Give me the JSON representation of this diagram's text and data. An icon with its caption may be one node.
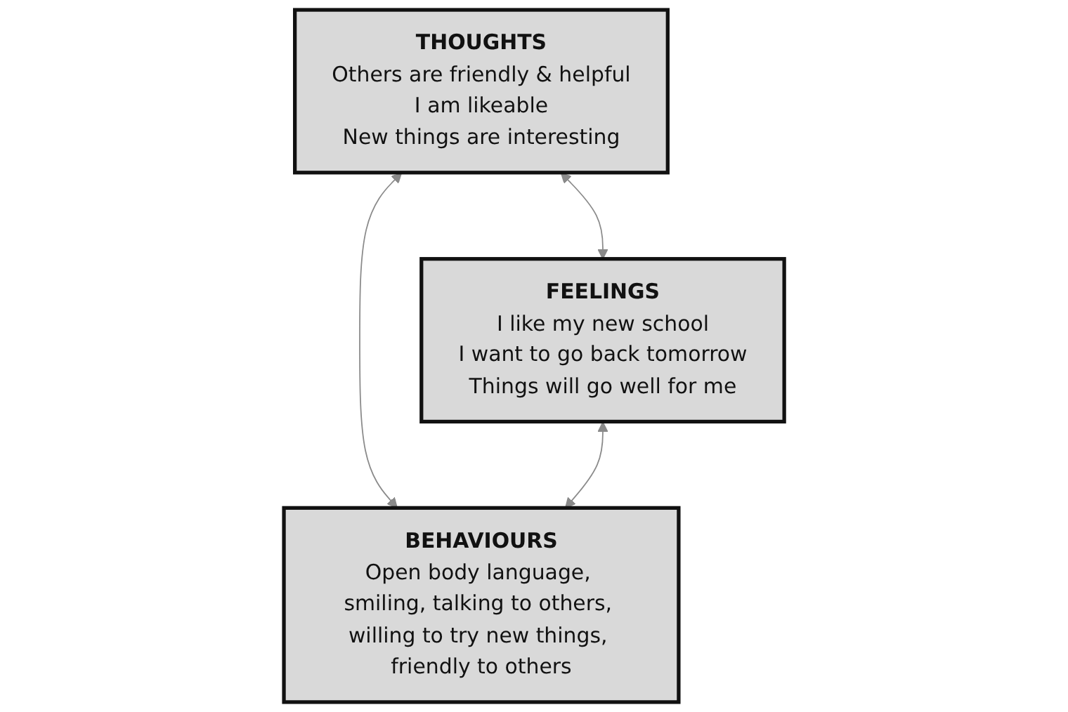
{
  "diagram": {
    "nodes": [
      {
        "text": [
          "THOUGHTS",
          "Others are friendly & helpful",
          "I am likeable",
          "New things are interesting"
        ]
      },
      {
        "text": [
          "FEELINGS",
          "I like my new school",
          "I want to go back tomorrow",
          "Things will go well for me"
        ]
      },
      {
        "text": [
          "BEHAVIOURS",
          "Open body language, smiling, talking to others, willing to try new things, friendly to others"
        ]
      }
    ],
    "edges": [
      {
        "from": 0,
        "to": 1,
        "arrow": "both"
      },
      {
        "from": 0,
        "to": 2,
        "arrow": "both"
      },
      {
        "from": 1,
        "to": 2,
        "arrow": "both"
      }
    ]
  }
}
